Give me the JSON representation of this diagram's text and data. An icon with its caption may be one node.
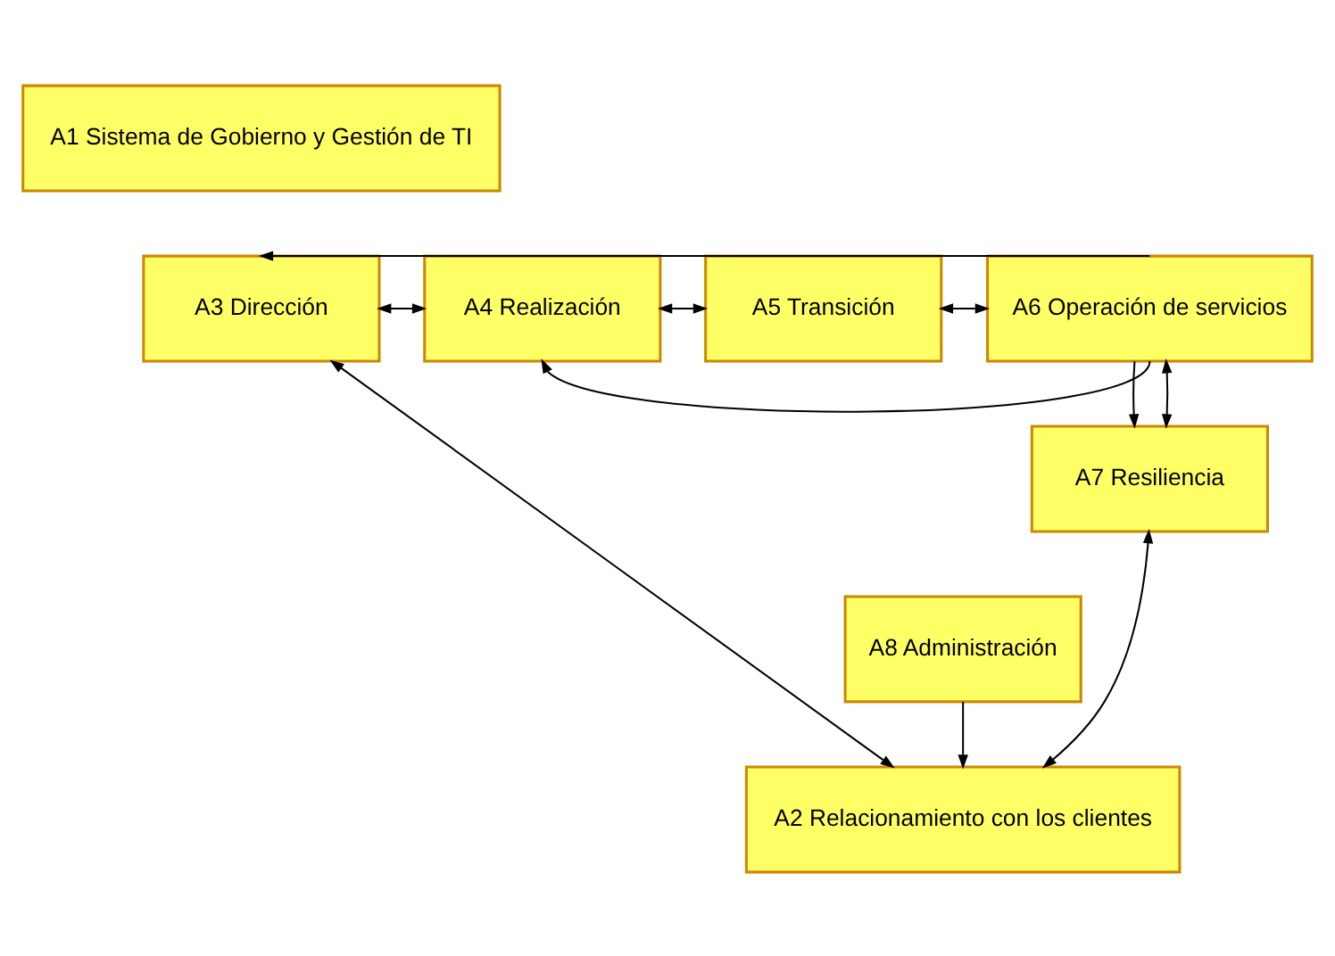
{
  "diagram": {
    "nodes": [
      {
        "text": [
          "A1 Sistema de Gobierno y Gestión de TI"
        ]
      },
      {
        "text": [
          "A3 Dirección"
        ]
      },
      {
        "text": [
          "A4 Realización"
        ]
      },
      {
        "text": [
          "A5 Transición"
        ]
      },
      {
        "text": [
          "A6 Operación de servicios"
        ]
      },
      {
        "text": [
          "A7 Resiliencia"
        ]
      },
      {
        "text": [
          "A2 Relacionamiento con los clientes"
        ]
      },
      {
        "text": [
          "A8 Administración"
        ]
      }
    ],
    "edges": [
      {
        "from": 1,
        "to": 2,
        "arrow": "both"
      },
      {
        "from": 2,
        "to": 3,
        "arrow": "both"
      },
      {
        "from": 3,
        "to": 4,
        "arrow": "both"
      },
      {
        "from": 4,
        "to": 1,
        "arrow": "to"
      },
      {
        "from": 4,
        "to": 2,
        "arrow": "to"
      },
      {
        "from": 4,
        "to": 5,
        "arrow": "to"
      },
      {
        "from": 4,
        "to": 5,
        "arrow": "both"
      },
      {
        "from": 1,
        "to": 6,
        "arrow": "both"
      },
      {
        "from": 6,
        "to": 5,
        "arrow": "both"
      },
      {
        "from": 7,
        "to": 6,
        "arrow": "to"
      }
    ]
  }
}
